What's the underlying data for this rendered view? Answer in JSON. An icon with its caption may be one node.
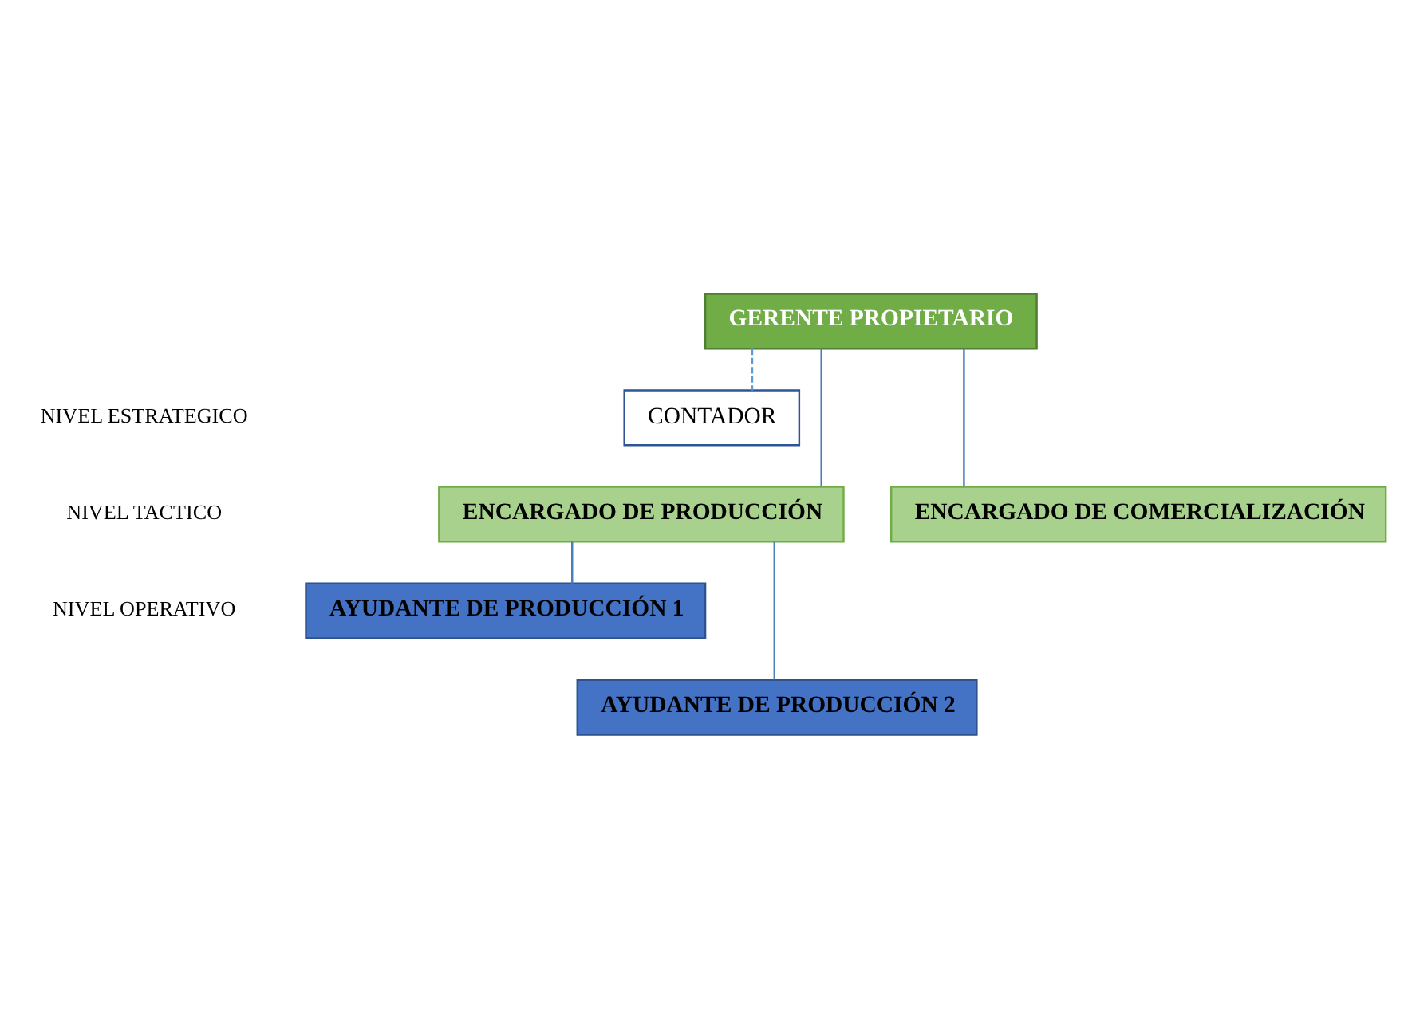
{
  "diagram": {
    "nodes": [
      {
        "text": [
          "GERENTE PROPIETARIO"
        ]
      },
      {
        "text": [
          "CONTADOR"
        ]
      },
      {
        "text": [
          "ENCARGADO DE PRODUCCIÓN"
        ]
      },
      {
        "text": [
          "ENCARGADO DE COMERCIALIZACIÓN"
        ]
      },
      {
        "text": [
          "AYUDANTE DE PRODUCCIÓN 1"
        ]
      },
      {
        "text": [
          "AYUDANTE DE PRODUCCIÓN 2"
        ]
      }
    ],
    "edges": [
      {
        "from": 0,
        "to": 1,
        "arrow": "none",
        "style": "dashed",
        "color": "#5b9bd5"
      },
      {
        "from": 0,
        "to": 2,
        "arrow": "none"
      },
      {
        "from": 0,
        "to": 3,
        "arrow": "none"
      },
      {
        "from": 2,
        "to": 4,
        "arrow": "none"
      },
      {
        "from": 2,
        "to": 5,
        "arrow": "none"
      }
    ],
    "labels": [
      "NIVEL ESTRATEGICO",
      "NIVEL TACTICO",
      "NIVEL OPERATIVO"
    ]
  }
}
